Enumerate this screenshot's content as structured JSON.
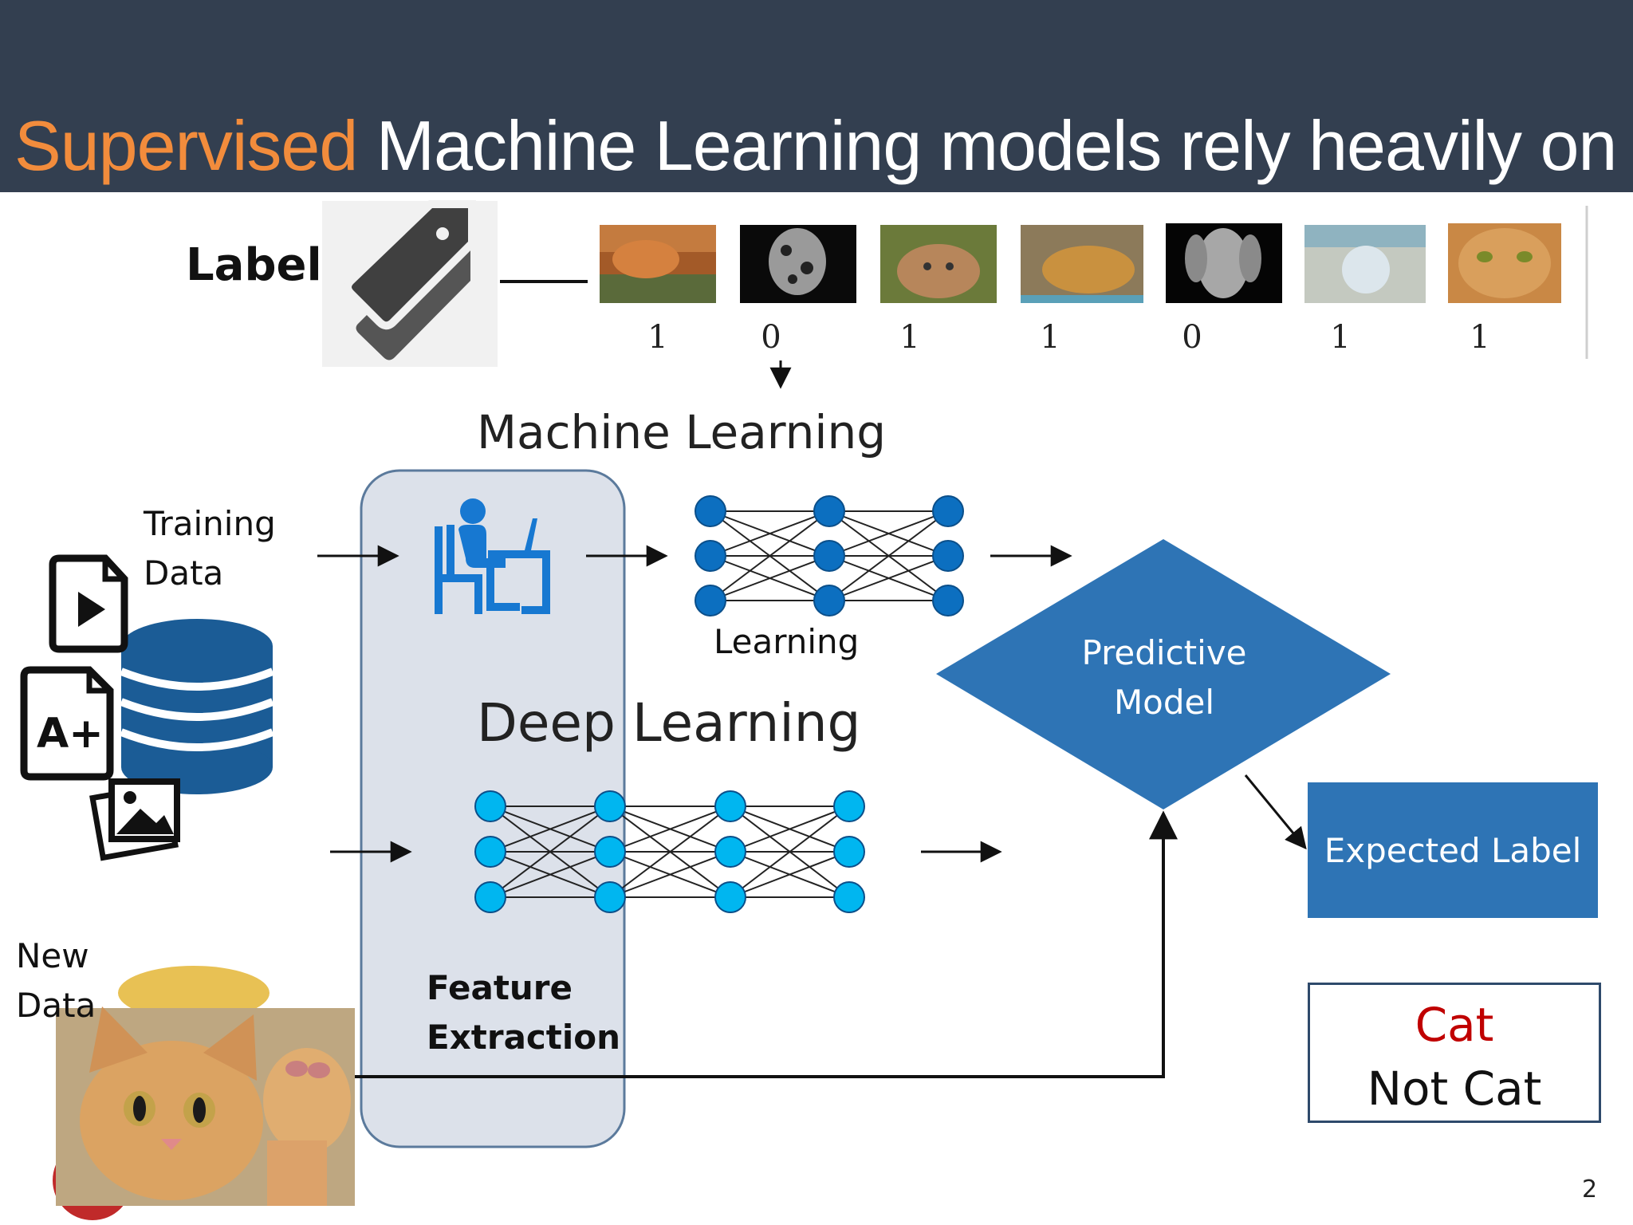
{
  "header": {
    "title_accent": "Supervised",
    "title_rest": "Machine Learning models rely heavily on labels",
    "accent_color": "#f28c3c",
    "bg_color": "#333f50"
  },
  "labels_row": {
    "label": "Labels",
    "images": [
      {
        "kind": "cat",
        "value": "1"
      },
      {
        "kind": "dog",
        "value": "0"
      },
      {
        "kind": "cat",
        "value": "1"
      },
      {
        "kind": "cat",
        "value": "1"
      },
      {
        "kind": "dog",
        "value": "0"
      },
      {
        "kind": "dog",
        "value": "1"
      },
      {
        "kind": "cat",
        "value": "1"
      }
    ]
  },
  "diagram": {
    "machine_learning_heading": "Machine Learning",
    "deep_learning_heading": "Deep Learning",
    "training_data": [
      "Training",
      "Data"
    ],
    "new_data": [
      "New",
      "Data"
    ],
    "learning_label": "Learning",
    "feature_extraction": [
      "Feature",
      "Extraction"
    ],
    "predictive_model": [
      "Predictive",
      "Model"
    ],
    "expected_label": "Expected Label",
    "output_options": [
      "Cat",
      "Not Cat"
    ],
    "icons": [
      "price-tag-icon",
      "video-file-icon",
      "grade-file-icon",
      "image-file-icon",
      "database-icon",
      "person-at-desk-icon"
    ],
    "colors": {
      "primary": "#2e74b5",
      "ml_node": "#0c6fc0",
      "dl_node": "#00b6f0",
      "cat_text": "#c00000"
    }
  },
  "page_number": "2"
}
